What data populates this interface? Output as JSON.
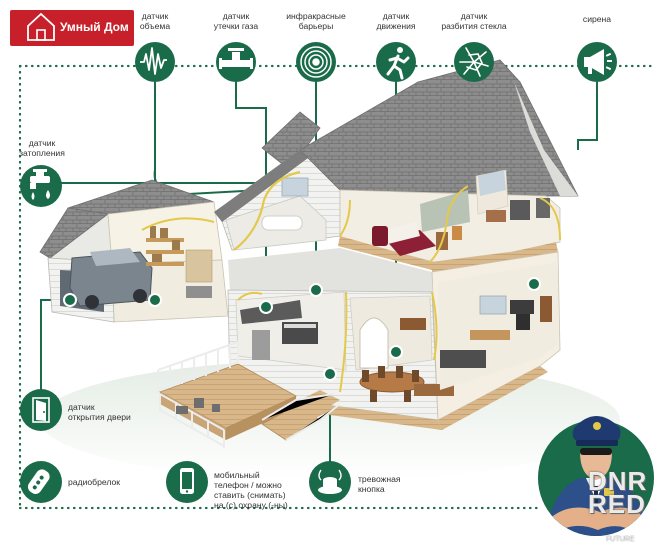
{
  "brand": {
    "name": "Умный Дом"
  },
  "accent": "#1a6b4a",
  "brand_color": "#c8202a",
  "sensors": {
    "volume": {
      "label": "датчик\nобъема",
      "icon": "waveform-icon"
    },
    "gas": {
      "label": "датчик\nутечки газа",
      "icon": "gas-valve-icon"
    },
    "ir": {
      "label": "инфракрасные\nбарьеры",
      "icon": "ir-barrier-icon"
    },
    "motion": {
      "label": "датчик\nдвижения",
      "icon": "running-person-icon"
    },
    "glass": {
      "label": "датчик\nразбития стекла",
      "icon": "broken-glass-icon"
    },
    "siren": {
      "label": "сирена",
      "icon": "megaphone-icon"
    },
    "flood": {
      "label": "датчик\nзатопления",
      "icon": "faucet-drop-icon"
    },
    "door": {
      "label": "датчик\nоткрытия двери",
      "icon": "door-icon"
    },
    "keyfob": {
      "label": "радиобрелок",
      "icon": "key-fob-icon"
    },
    "phone": {
      "label": "мобильный\nтелефон / можно\nставить (снимать)\nна (с) охрану (-ны)",
      "icon": "smartphone-icon"
    },
    "panic": {
      "label": "тревожная\nкнопка",
      "icon": "panic-button-icon"
    }
  },
  "watermark": {
    "line1": "DNR",
    "line2": "RED",
    "sub": "FUTURE"
  }
}
